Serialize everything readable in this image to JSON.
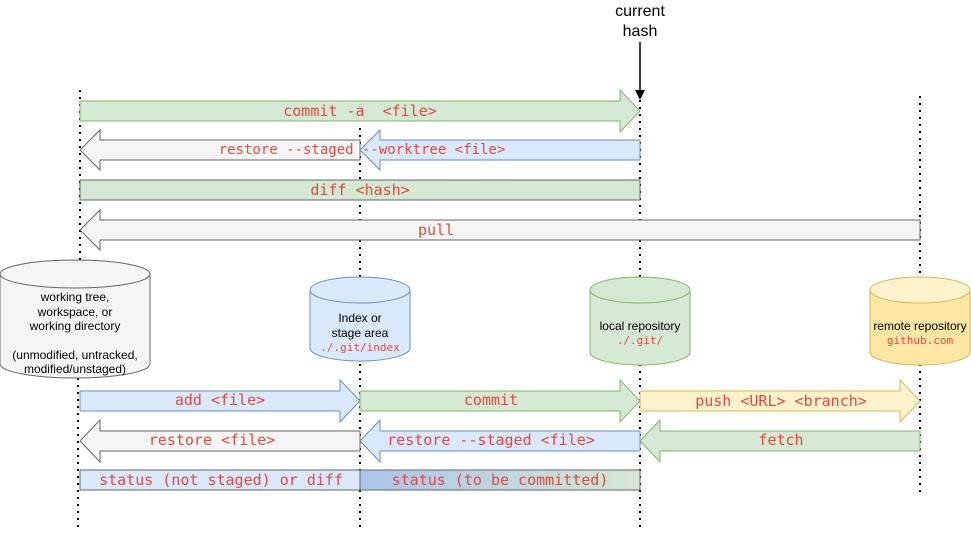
{
  "header": {
    "line1": "current",
    "line2": "hash"
  },
  "colors": {
    "label_red": "#e8483f",
    "green_fill": "#d5e8d4",
    "green_stroke": "#82b366",
    "blue_fill": "#dae8fc",
    "blue_stroke": "#6c8ebf",
    "yellow_fill": "#fff2cc",
    "yellow_stroke": "#d6b656",
    "gray_fill": "#f5f5f5",
    "gray_stroke": "#666666",
    "dark_blue_fill": "#a9c4eb"
  },
  "arrows": {
    "commit_a": "commit -a  <file>",
    "restore_staged_worktree": "restore --staged --worktree <file>",
    "diff_hash": "diff <hash>",
    "pull": "pull",
    "add": "add <file>",
    "commit": "commit",
    "push": "push <URL> <branch>",
    "restore": "restore <file>",
    "restore_staged": "restore --staged <file>",
    "fetch": "fetch",
    "status_not_staged": "status (not staged) or diff",
    "status_to_be_committed": "status (to be committed)"
  },
  "stores": {
    "working": {
      "line1": "working tree,",
      "line2": "workspace, or",
      "line3": "working directory",
      "line4": "(unmodified, untracked,",
      "line5": "modified/unstaged)"
    },
    "index": {
      "line1": "Index or",
      "line2": "stage area",
      "path": "./.git/index"
    },
    "local": {
      "line1": "local repository",
      "path": "./.git/"
    },
    "remote": {
      "line1": "remote repository",
      "path": "github.com"
    }
  }
}
